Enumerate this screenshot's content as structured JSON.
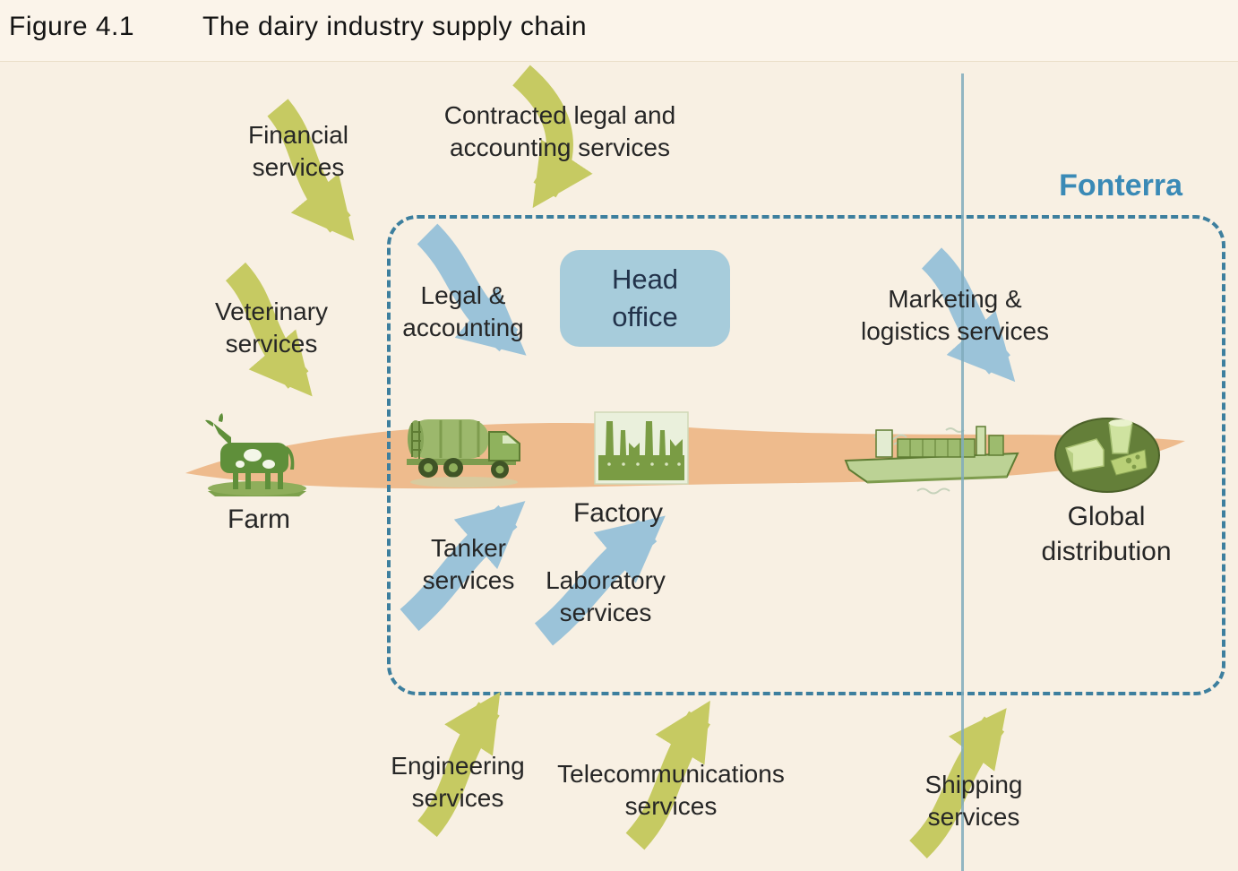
{
  "title": {
    "figure_label": "Figure 4.1",
    "text": "The dairy industry supply chain"
  },
  "company": {
    "label": "Fonterra"
  },
  "nodes": {
    "head_office": {
      "label": "Head\noffice"
    },
    "farm": {
      "label": "Farm"
    },
    "factory": {
      "label": "Factory"
    },
    "global_distribution": {
      "label": "Global\ndistribution"
    }
  },
  "internal_services": {
    "legal_accounting": {
      "label": "Legal &\naccounting",
      "arrow_direction": "down-right"
    },
    "tanker": {
      "label": "Tanker\nservices",
      "arrow_direction": "up-right"
    },
    "laboratory": {
      "label": "Laboratory\nservices",
      "arrow_direction": "up-right"
    },
    "marketing_logistics": {
      "label": "Marketing &\nlogistics services",
      "arrow_direction": "down-right"
    }
  },
  "external_services": {
    "financial": {
      "label": "Financial\nservices",
      "arrow_direction": "down-right"
    },
    "contracted_legal": {
      "label": "Contracted legal and\naccounting services",
      "arrow_direction": "down"
    },
    "veterinary": {
      "label": "Veterinary\nservices",
      "arrow_direction": "down-right"
    },
    "engineering": {
      "label": "Engineering\nservices",
      "arrow_direction": "up-right"
    },
    "telecommunications": {
      "label": "Telecommunications\nservices",
      "arrow_direction": "up-right"
    },
    "shipping": {
      "label": "Shipping\nservices",
      "arrow_direction": "up-right"
    }
  },
  "flow_stages": [
    "Farm",
    "Tanker transport",
    "Factory",
    "Shipping",
    "Global distribution"
  ],
  "colors": {
    "background": "#f8f0e3",
    "external_arrow": "#c6ca62",
    "internal_arrow": "#9bc3d9",
    "head_office_fill": "#a7ccdb",
    "fonterra_border": "#3d7f9e",
    "fonterra_text": "#3a8ab6",
    "flow_band": "#eebb8d",
    "clipart_green": "#6f9b3d",
    "vertical_line": "#80acbc"
  }
}
